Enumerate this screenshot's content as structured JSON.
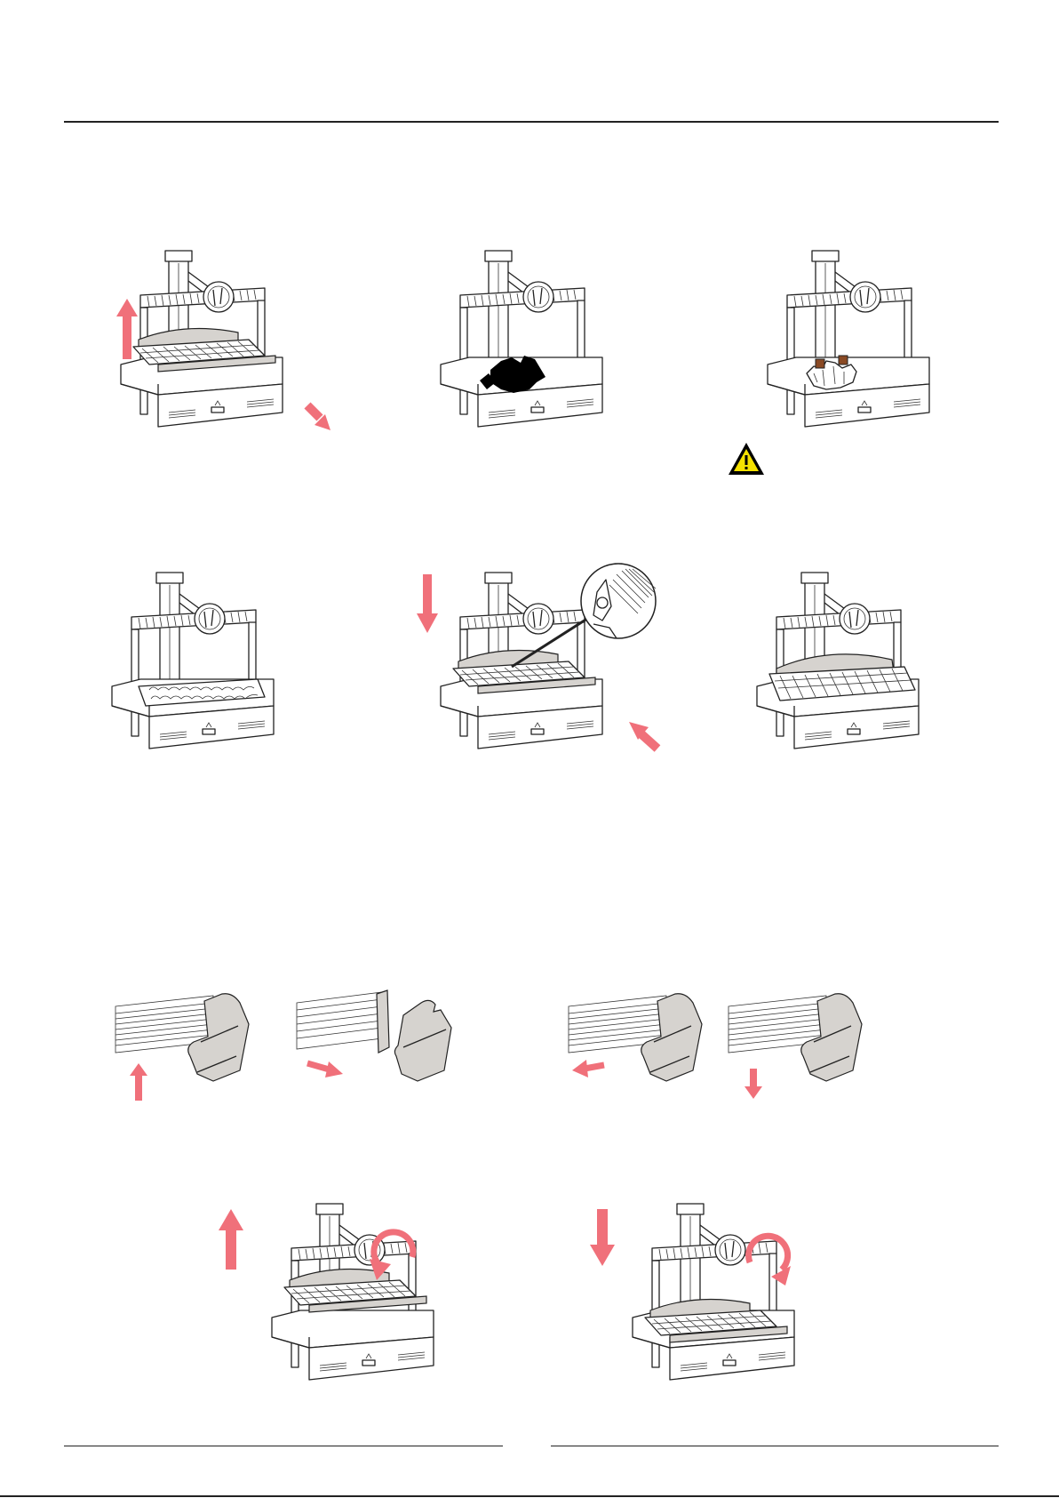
{
  "colors": {
    "arrow": "#f0707a",
    "line": "#222222",
    "panel_fill": "#d6d3cf",
    "coal": "#000000",
    "firestarter": "#8a4a24",
    "warning": "#f5e100"
  },
  "icons": {
    "warning": "warning-triangle-icon",
    "arrow": "direction-arrow-icon",
    "rotate": "rotate-arrow-icon"
  },
  "steps_row1": [
    {
      "id": "1",
      "name": "remove-grill-and-ash-pan"
    },
    {
      "id": "2",
      "name": "add-charcoal"
    },
    {
      "id": "3",
      "name": "add-firestarters"
    }
  ],
  "steps_row2": [
    {
      "id": "4",
      "name": "charcoal-spread"
    },
    {
      "id": "5",
      "name": "insert-grill"
    },
    {
      "id": "6",
      "name": "ready-to-grill"
    }
  ],
  "handle_steps": [
    {
      "id": "a",
      "name": "lift-handle"
    },
    {
      "id": "b",
      "name": "slide-off-handle"
    },
    {
      "id": "c",
      "name": "slide-on-handle"
    },
    {
      "id": "d",
      "name": "lower-handle"
    }
  ],
  "height_steps": [
    {
      "id": "up",
      "name": "raise-grill"
    },
    {
      "id": "down",
      "name": "lower-grill"
    }
  ]
}
